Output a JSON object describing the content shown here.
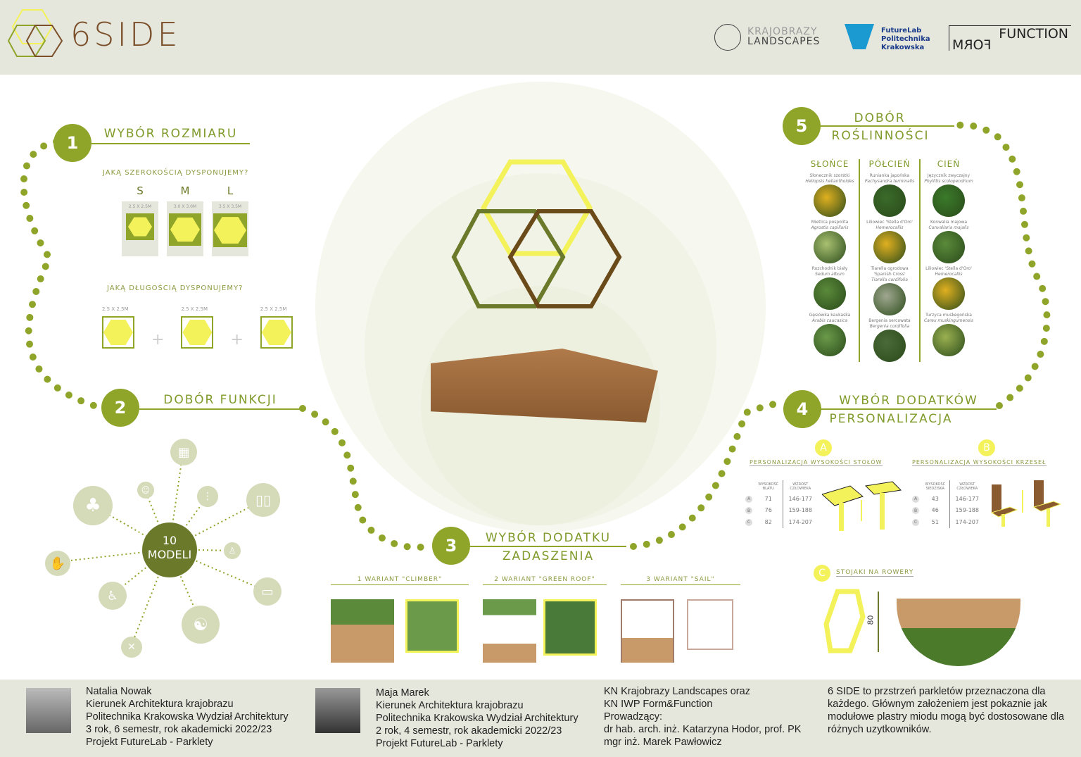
{
  "header": {
    "brand": "6SIDE",
    "logos": {
      "krajobrazy_line1": "KRAJOBRAZY",
      "krajobrazy_line2": "LANDSCAPES",
      "futurelab_line1": "FutureLab",
      "futurelab_line2": "Politechnika",
      "futurelab_line3": "Krakowska",
      "ff_function": "FUNCTION",
      "ff_form": "FORM"
    }
  },
  "colors": {
    "olive": "#8fa52a",
    "yellow": "#f4f25a",
    "brown": "#7a4f2a",
    "bg": "#e5e7dc"
  },
  "step1": {
    "num": "1",
    "title": "WYBÓR ROZMIARU",
    "width_q": "JAKĄ SZEROKOŚCIĄ DYSPONUJEMY?",
    "sizes": [
      {
        "label": "S",
        "dim": "2.5 X 2.5M"
      },
      {
        "label": "M",
        "dim": "3.0 X 3.0M"
      },
      {
        "label": "L",
        "dim": "3.5 X 3.5M"
      }
    ],
    "length_q": "JAKĄ DŁUGOŚCIĄ DYSPONUJEMY?",
    "lengths": [
      "2.5 X 2.5M",
      "2.5 X 2.5M",
      "2.5 X 2.5M"
    ],
    "plus": "+"
  },
  "step2": {
    "num": "2",
    "title": "DOBÓR FUNKCJI",
    "center_num": "10",
    "center_label": "MODELI",
    "icons": [
      "game-icon",
      "plant-icon",
      "child-icon",
      "footprints-icon",
      "book-icon",
      "person-icon",
      "handshake-icon",
      "laptop-icon",
      "workout-icon",
      "yoga-icon",
      "food-icon"
    ]
  },
  "step3": {
    "num": "3",
    "title_line1": "WYBÓR DODATKU",
    "title_line2": "ZADASZENIA",
    "variants": [
      "1 WARIANT \"CLIMBER\"",
      "2 WARIANT \"GREEN ROOF\"",
      "3 WARIANT \"SAIL\""
    ]
  },
  "step4": {
    "num": "4",
    "title_line1": "WYBÓR DODATKÓW",
    "title_line2": "PERSONALIZACJA",
    "a": {
      "badge": "A",
      "title": "PERSONALIZACJA WYSOKOŚCI STOŁÓW",
      "col1": "WYSOKOŚĆ BLATU",
      "col2": "WZROST CZŁOWIEKA",
      "rows": [
        {
          "k": "A",
          "v": "71",
          "r": "146-177"
        },
        {
          "k": "B",
          "v": "76",
          "r": "159-188"
        },
        {
          "k": "C",
          "v": "82",
          "r": "174-207"
        }
      ]
    },
    "b": {
      "badge": "B",
      "title": "PERSONALIZACJA WYSOKOŚCI KRZESEŁ",
      "col1": "WYSOKOŚĆ SIEDZISKA",
      "col2": "WZROST CZŁOWIEKA",
      "rows": [
        {
          "k": "A",
          "v": "43",
          "r": "146-177"
        },
        {
          "k": "B",
          "v": "46",
          "r": "159-188"
        },
        {
          "k": "C",
          "v": "51",
          "r": "174-207"
        }
      ]
    },
    "c": {
      "badge": "C",
      "title": "STOJAKI NA ROWERY",
      "height": "80"
    }
  },
  "step5": {
    "num": "5",
    "title_line1": "DOBÓR",
    "title_line2": "ROŚLINNOŚCI",
    "columns": [
      {
        "header": "SŁOŃCE",
        "plants": [
          {
            "pl": "Słonecznik szorstki",
            "la": "Heliopsis helianthoides",
            "color": "#e0b020"
          },
          {
            "pl": "Mietlica pospolita",
            "la": "Agrostis capillaris",
            "color": "#a8c070"
          },
          {
            "pl": "Rozchodnik biały",
            "la": "Sedum album",
            "color": "#5a8a3a"
          },
          {
            "pl": "Gęsiówka kaukaska",
            "la": "Arabis caucasica",
            "color": "#6a9a4a"
          }
        ]
      },
      {
        "header": "PÓŁCIEŃ",
        "plants": [
          {
            "pl": "Runianka japońska",
            "la": "Pachysandra terminalis",
            "color": "#3a6a2a"
          },
          {
            "pl": "Liliowiec 'Stella d'Oro'",
            "la": "Hemerocallis",
            "color": "#e0b020"
          },
          {
            "pl": "Tiarella ogrodowa 'Spanish Cross'",
            "la": "Tiarella cordifolia",
            "color": "#a0a890"
          },
          {
            "pl": "Bergenia sercowata",
            "la": "Bergenia cordifolia",
            "color": "#4a6a3a"
          }
        ]
      },
      {
        "header": "CIEŃ",
        "plants": [
          {
            "pl": "Języcznik zwyczajny",
            "la": "Phyllitis scolopendrium",
            "color": "#3a7a2a"
          },
          {
            "pl": "Konwalia majowa",
            "la": "Convallaria majalis",
            "color": "#5a8a3a"
          },
          {
            "pl": "Liliowiec 'Stella d'Oro'",
            "la": "Hemerocallis",
            "color": "#e0b020"
          },
          {
            "pl": "Turzyca muskegońska",
            "la": "Carex muskingumensis",
            "color": "#9ab050"
          }
        ]
      }
    ]
  },
  "footer": {
    "author1": [
      "Natalia Nowak",
      "Kierunek Architektura krajobrazu",
      "Politechnika Krakowska Wydział Architektury",
      "3 rok, 6 semestr, rok akademicki 2022/23",
      "Projekt FutureLab - Parklety"
    ],
    "author2": [
      "Maja Marek",
      "Kierunek Architektura krajobrazu",
      "Politechnika Krakowska Wydział Architektury",
      "2 rok, 4 semestr, rok akademicki 2022/23",
      "Projekt FutureLab - Parklety"
    ],
    "supervisors": [
      "KN Krajobrazy Landscapes oraz",
      "KN IWP Form&Function",
      "Prowadzący:",
      "dr hab. arch. inż. Katarzyna Hodor, prof. PK",
      "mgr inż. Marek Pawłowicz"
    ],
    "description": "6 SIDE to przstrzeń parkletów przeznaczona dla każdego. Głównym założeniem jest pokaznie jak modułowe plastry miodu mogą być dostosowane dla różnych uzytkowników."
  }
}
